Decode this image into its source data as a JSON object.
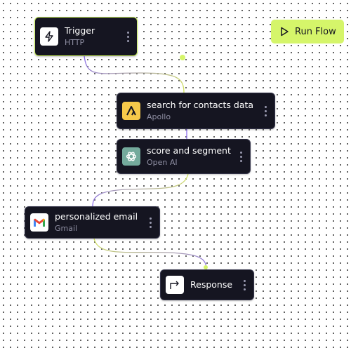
{
  "toolbar": {
    "run_label": "Run Flow"
  },
  "nodes": [
    {
      "id": "trigger",
      "title": "Trigger",
      "subtitle": "HTTP",
      "icon": "lightning-icon"
    },
    {
      "id": "apollo",
      "title": "search for contacts data",
      "subtitle": "Apollo",
      "icon": "apollo-logo-icon"
    },
    {
      "id": "openai",
      "title": "score and segment",
      "subtitle": "Open AI",
      "icon": "openai-logo-icon"
    },
    {
      "id": "gmail",
      "title": "personalized email",
      "subtitle": "Gmail",
      "icon": "gmail-logo-icon"
    },
    {
      "id": "response",
      "title": "Response",
      "subtitle": "",
      "icon": "response-arrow-icon"
    }
  ],
  "colors": {
    "accent": "#d5f56a",
    "node_bg": "#151521",
    "edge_purple": "#8b6cf0",
    "edge_yellow": "#d7ea5a",
    "apollo_yellow": "#f6c94a",
    "openai_green": "#74aa9c"
  }
}
